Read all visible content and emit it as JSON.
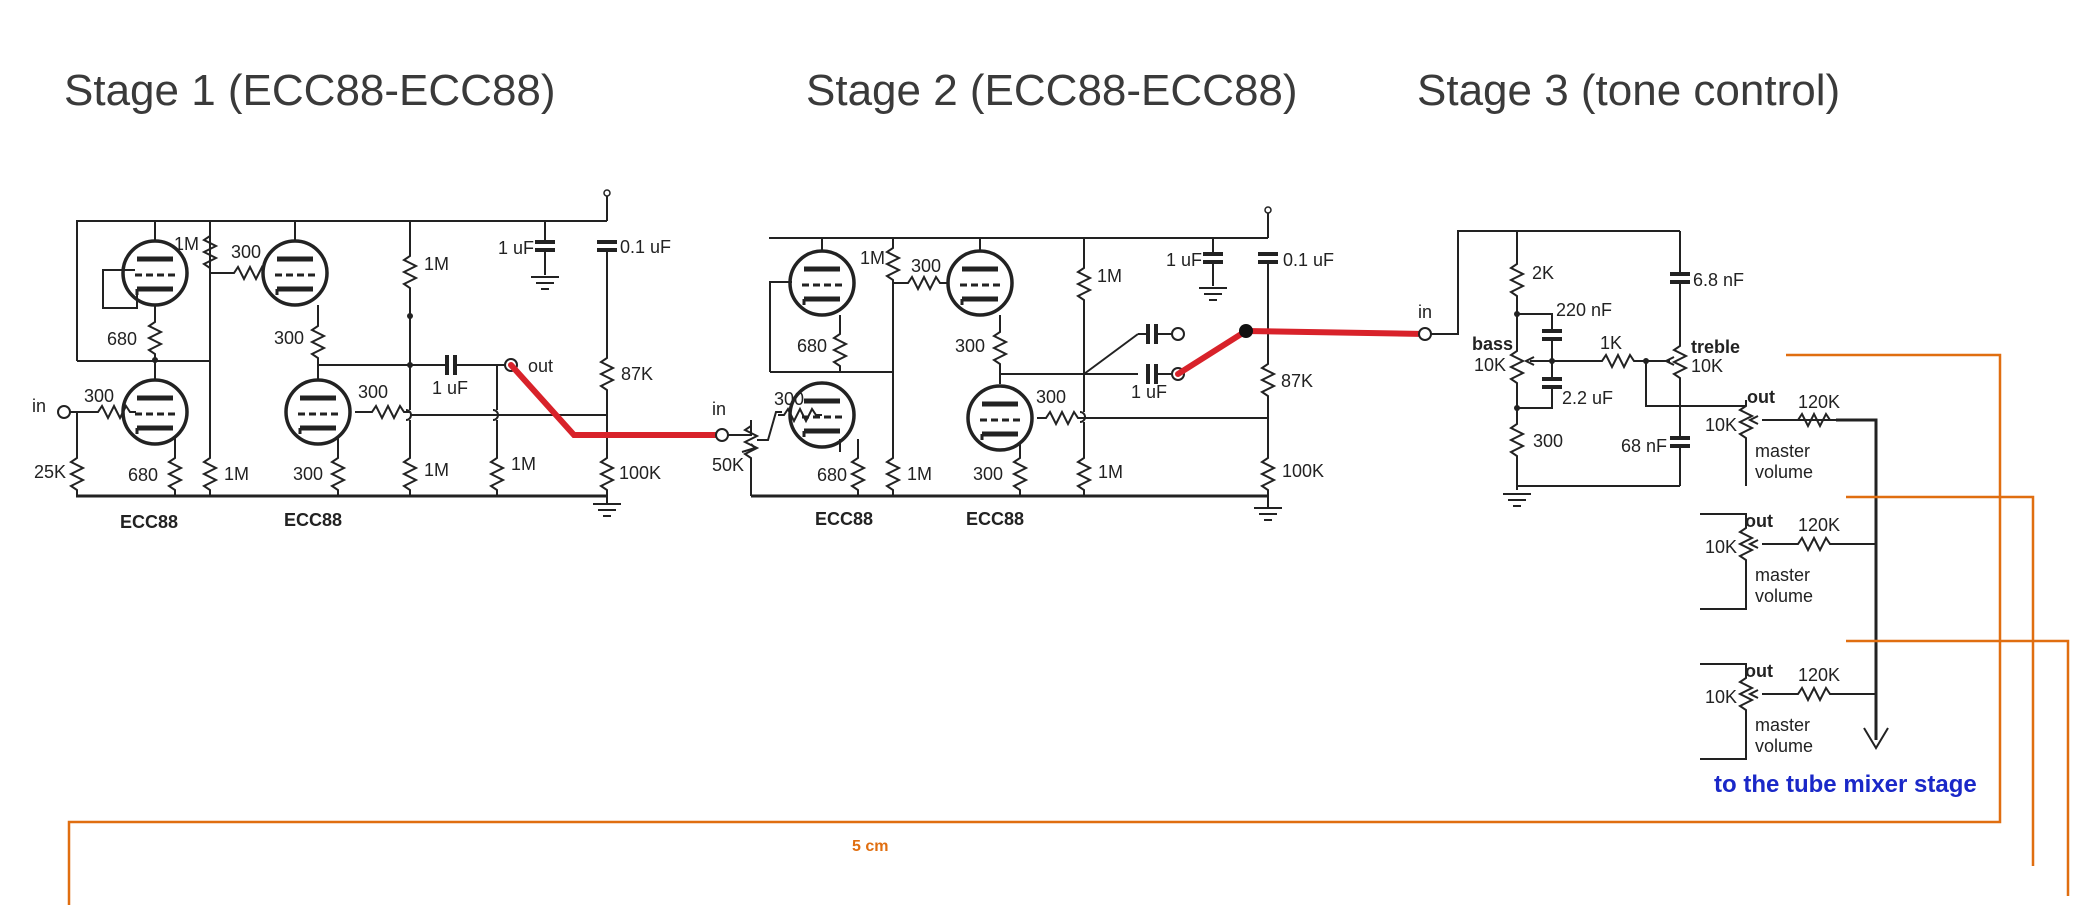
{
  "stages": {
    "stage1_title": "Stage 1 (ECC88-ECC88)",
    "stage2_title": "Stage 2 (ECC88-ECC88)",
    "stage3_title": "Stage 3 (tone control)"
  },
  "stage1": {
    "in": "in",
    "out": "out",
    "r_grid_top": "1M",
    "r_grid_bot": "300",
    "r_cath1": "680",
    "r_in": "300",
    "r_25k": "25K",
    "r_cath2": "680",
    "r_1m_mid": "1M",
    "r_300_b": "300",
    "r_300_grid2": "300",
    "r_cath3": "300",
    "r_plate_1m": "1M",
    "r_1m_low": "1M",
    "r_1m_out": "1M",
    "c_bypass": "1 uF",
    "c_supply": "0.1 uF",
    "c_coupling": "1 uF",
    "r_87k": "87K",
    "r_100k": "100K",
    "tube1": "ECC88",
    "tube2": "ECC88"
  },
  "stage2": {
    "in": "in",
    "pot": "50K",
    "r_grid_top": "1M",
    "r_300_top": "300",
    "r_cath1": "680",
    "r_in": "300",
    "r_cath2": "680",
    "r_1m_mid": "1M",
    "r_300_b": "300",
    "r_300_grid2": "300",
    "r_cath3": "300",
    "r_plate_1m": "1M",
    "r_1m_low": "1M",
    "c_bypass": "1 uF",
    "c_supply": "0.1 uF",
    "c_coupling": "1 uF",
    "r_87k": "87K",
    "r_100k": "100K",
    "tube1": "ECC88",
    "tube2": "ECC88"
  },
  "stage3": {
    "in": "in",
    "r_2k": "2K",
    "c_220": "220 nF",
    "bass": "bass",
    "bass_pot": "10K",
    "r_1k": "1K",
    "c_2_2": "2.2 uF",
    "r_300": "300",
    "c_6_8": "6.8 nF",
    "treble": "treble",
    "treble_pot": "10K",
    "c_68": "68 nF"
  },
  "outputs": [
    {
      "out": "out",
      "r": "120K",
      "pot": "10K",
      "vol1": "master",
      "vol2": "volume"
    },
    {
      "out": "out",
      "r": "120K",
      "pot": "10K",
      "vol1": "master",
      "vol2": "volume"
    },
    {
      "out": "out",
      "r": "120K",
      "pot": "10K",
      "vol1": "master",
      "vol2": "volume"
    }
  ],
  "mixer_label": "to the tube mixer stage",
  "dimension_label": "5 cm",
  "colors": {
    "signal_path": "#d8222a",
    "dimension_lines": "#e06e10",
    "mixer_text": "#1a28c8"
  }
}
